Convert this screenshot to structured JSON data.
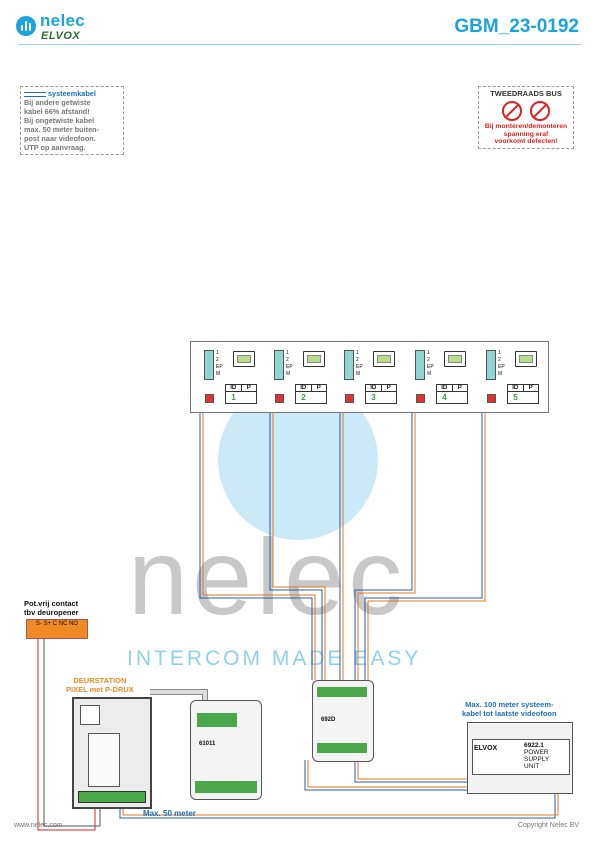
{
  "header": {
    "logo_name": "nelec",
    "logo_brand": "ELVOX",
    "doc_code": "GBM_23-0192"
  },
  "notes": {
    "cable_title": "systeemkabel",
    "cable_lines": [
      "Bij andere getwiste",
      "kabel 66% afstand!",
      "Bij ongetwiste kabel",
      "max. 50 meter buiten-",
      "post naar videofoon.",
      "UTP op aanvraag."
    ]
  },
  "warning": {
    "title": "TWEEDRAADS BUS",
    "lines": [
      "Bij monteren/demonteren",
      "spanning eraf",
      "voorkomt defecten!"
    ]
  },
  "watermark": {
    "word": "nelec",
    "tagline": "INTERCOM MADE EASY"
  },
  "monitors": {
    "terminal_labels": [
      "1",
      "2",
      "EP",
      "M"
    ],
    "id_header": "ID",
    "p_header": "P",
    "ids": [
      "1",
      "2",
      "3",
      "4",
      "5"
    ]
  },
  "door_contact": {
    "label_lines": [
      "Pot.vrij contact",
      "tbv deuropener"
    ],
    "terminals": "S-  S+ C  NC NO"
  },
  "door_station": {
    "label_lines": [
      "DEURSTATION",
      "PIXEL met P-DRUX"
    ]
  },
  "distributor": {
    "code": "692D"
  },
  "module": {
    "code": "61011"
  },
  "power_supply": {
    "label_lines": [
      "Max. 100 meter systeem-",
      "kabel tot laatste videofoon"
    ],
    "brand": "ELVOX",
    "plate_lines": [
      "6922.1",
      "POWER",
      "SUPPLY",
      "UNIT"
    ]
  },
  "distance_label": "Max. 50 meter",
  "footer": {
    "left": "www.nelec.com",
    "right": "Copyright Nelec BV"
  },
  "colors": {
    "accent": "#1aa3df",
    "brand_green": "#2b6f2e",
    "warning_red": "#d22",
    "orange": "#f08a24",
    "wire_blue": "#2a5caa",
    "wire_orange": "#e07a20"
  }
}
